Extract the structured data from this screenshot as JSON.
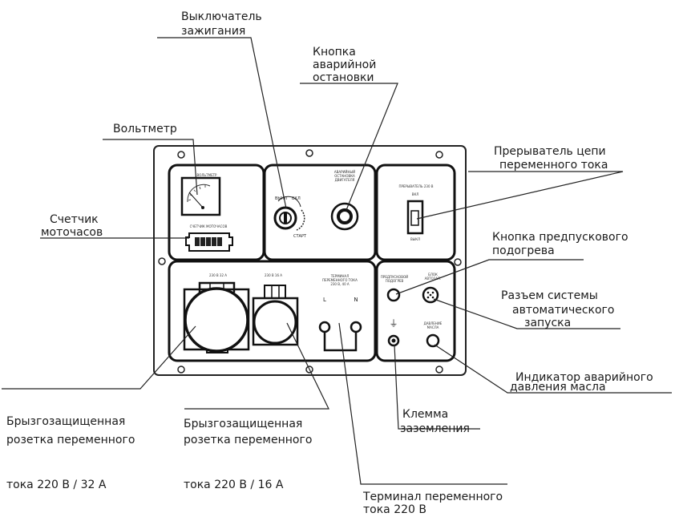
{
  "labels": {
    "ignition": [
      "Выключатель",
      "зажигания"
    ],
    "emergency_stop": [
      "Кнопка",
      "аварийной",
      "остановки"
    ],
    "voltmeter": [
      "Вольтметр"
    ],
    "hour_meter": [
      "Счетчик",
      "моточасов"
    ],
    "breaker": [
      "Прерыватель цепи",
      "переменного тока"
    ],
    "preheat": [
      "Кнопка предпускового",
      "подогрева"
    ],
    "autostart": [
      "Разъем системы",
      "автоматического",
      "запуска"
    ],
    "oil_indicator": [
      "Индикатор аварийного",
      "давления масла"
    ],
    "ground": [
      "Клемма",
      "заземления"
    ],
    "socket32": [
      "Брызгозащищенная",
      "розетка переменного",
      "тока 220 В / 32 А"
    ],
    "socket16": [
      "Брызгозащищенная",
      "розетка переменного",
      "тока 220 В / 16 А"
    ],
    "terminal": [
      "Терминал переменного",
      "тока 220 В"
    ]
  },
  "panel_text": {
    "voltmeter_title": "ВОЛЬТМЕТР",
    "hour_meter_title": "СЧЕТЧИК МОТОЧАСОВ",
    "hour_digits": "00000",
    "ignition_off": "ВЫКЛ",
    "ignition_on": "ВКЛ",
    "ignition_start": "СТАРТ",
    "estop_title": [
      "АВАРИЙНЫЙ",
      "ОСТАНОВКА",
      "ДВИГАТЕЛЯ"
    ],
    "breaker_title": "ПРЕРЫВАТЕЛЬ 230 В",
    "breaker_on": "ВКЛ",
    "breaker_off": "ВЫКЛ",
    "socket32_rating": "230 В 32 А",
    "socket16_rating": "230 В 16 А",
    "terminal_title": [
      "ТЕРМИНАЛ",
      "ПЕРЕМЕННОГО ТОКА",
      "230 В, 40 А"
    ],
    "terminal_l": "L",
    "terminal_n": "N",
    "preheat_title": [
      "ПРЕДПУСКОВОЙ",
      "ПОДОГРЕВ"
    ],
    "autostart_title": [
      "БЛОК",
      "АВТОЗАП."
    ],
    "oil_title": [
      "ДАВЛЕНИЕ",
      "МАСЛА"
    ],
    "ground_symbol": "⏚"
  },
  "colors": {
    "ink": "#1a1a1a",
    "panel": "#ffffff",
    "stroke": "#222222"
  }
}
